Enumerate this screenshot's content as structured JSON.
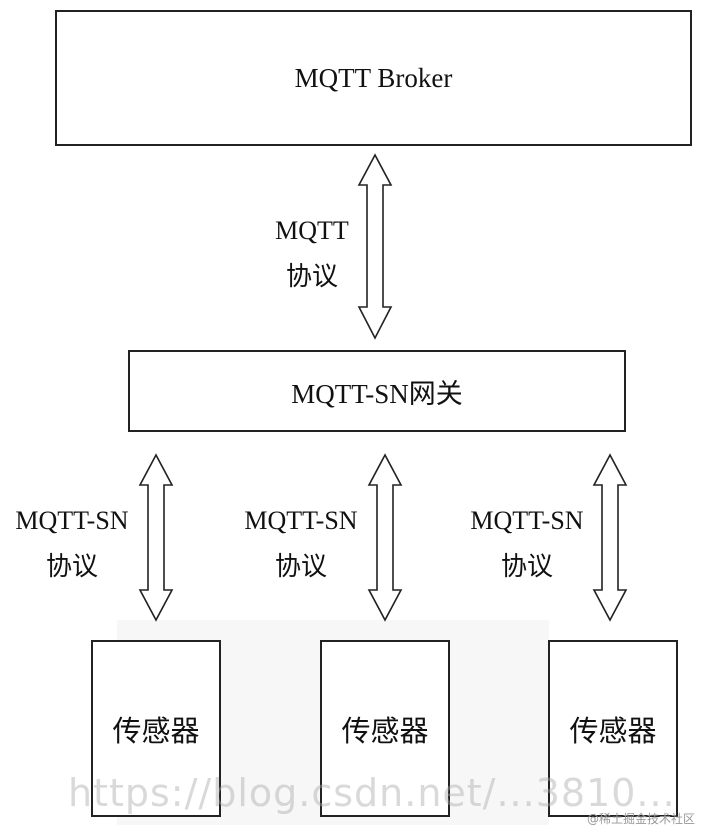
{
  "broker": {
    "label": "MQTT Broker"
  },
  "gateway": {
    "label": "MQTT-SN网关"
  },
  "top_link": {
    "line1": "MQTT",
    "line2": "协议"
  },
  "sensor_links": [
    {
      "line1": "MQTT-SN",
      "line2": "协议"
    },
    {
      "line1": "MQTT-SN",
      "line2": "协议"
    },
    {
      "line1": "MQTT-SN",
      "line2": "协议"
    }
  ],
  "sensors": [
    {
      "label": "传感器"
    },
    {
      "label": "传感器"
    },
    {
      "label": "传感器"
    }
  ],
  "watermark": {
    "text": "https://blog.csdn.net/...3810..."
  },
  "credit": {
    "text": "@稀土掘金技术社区"
  }
}
